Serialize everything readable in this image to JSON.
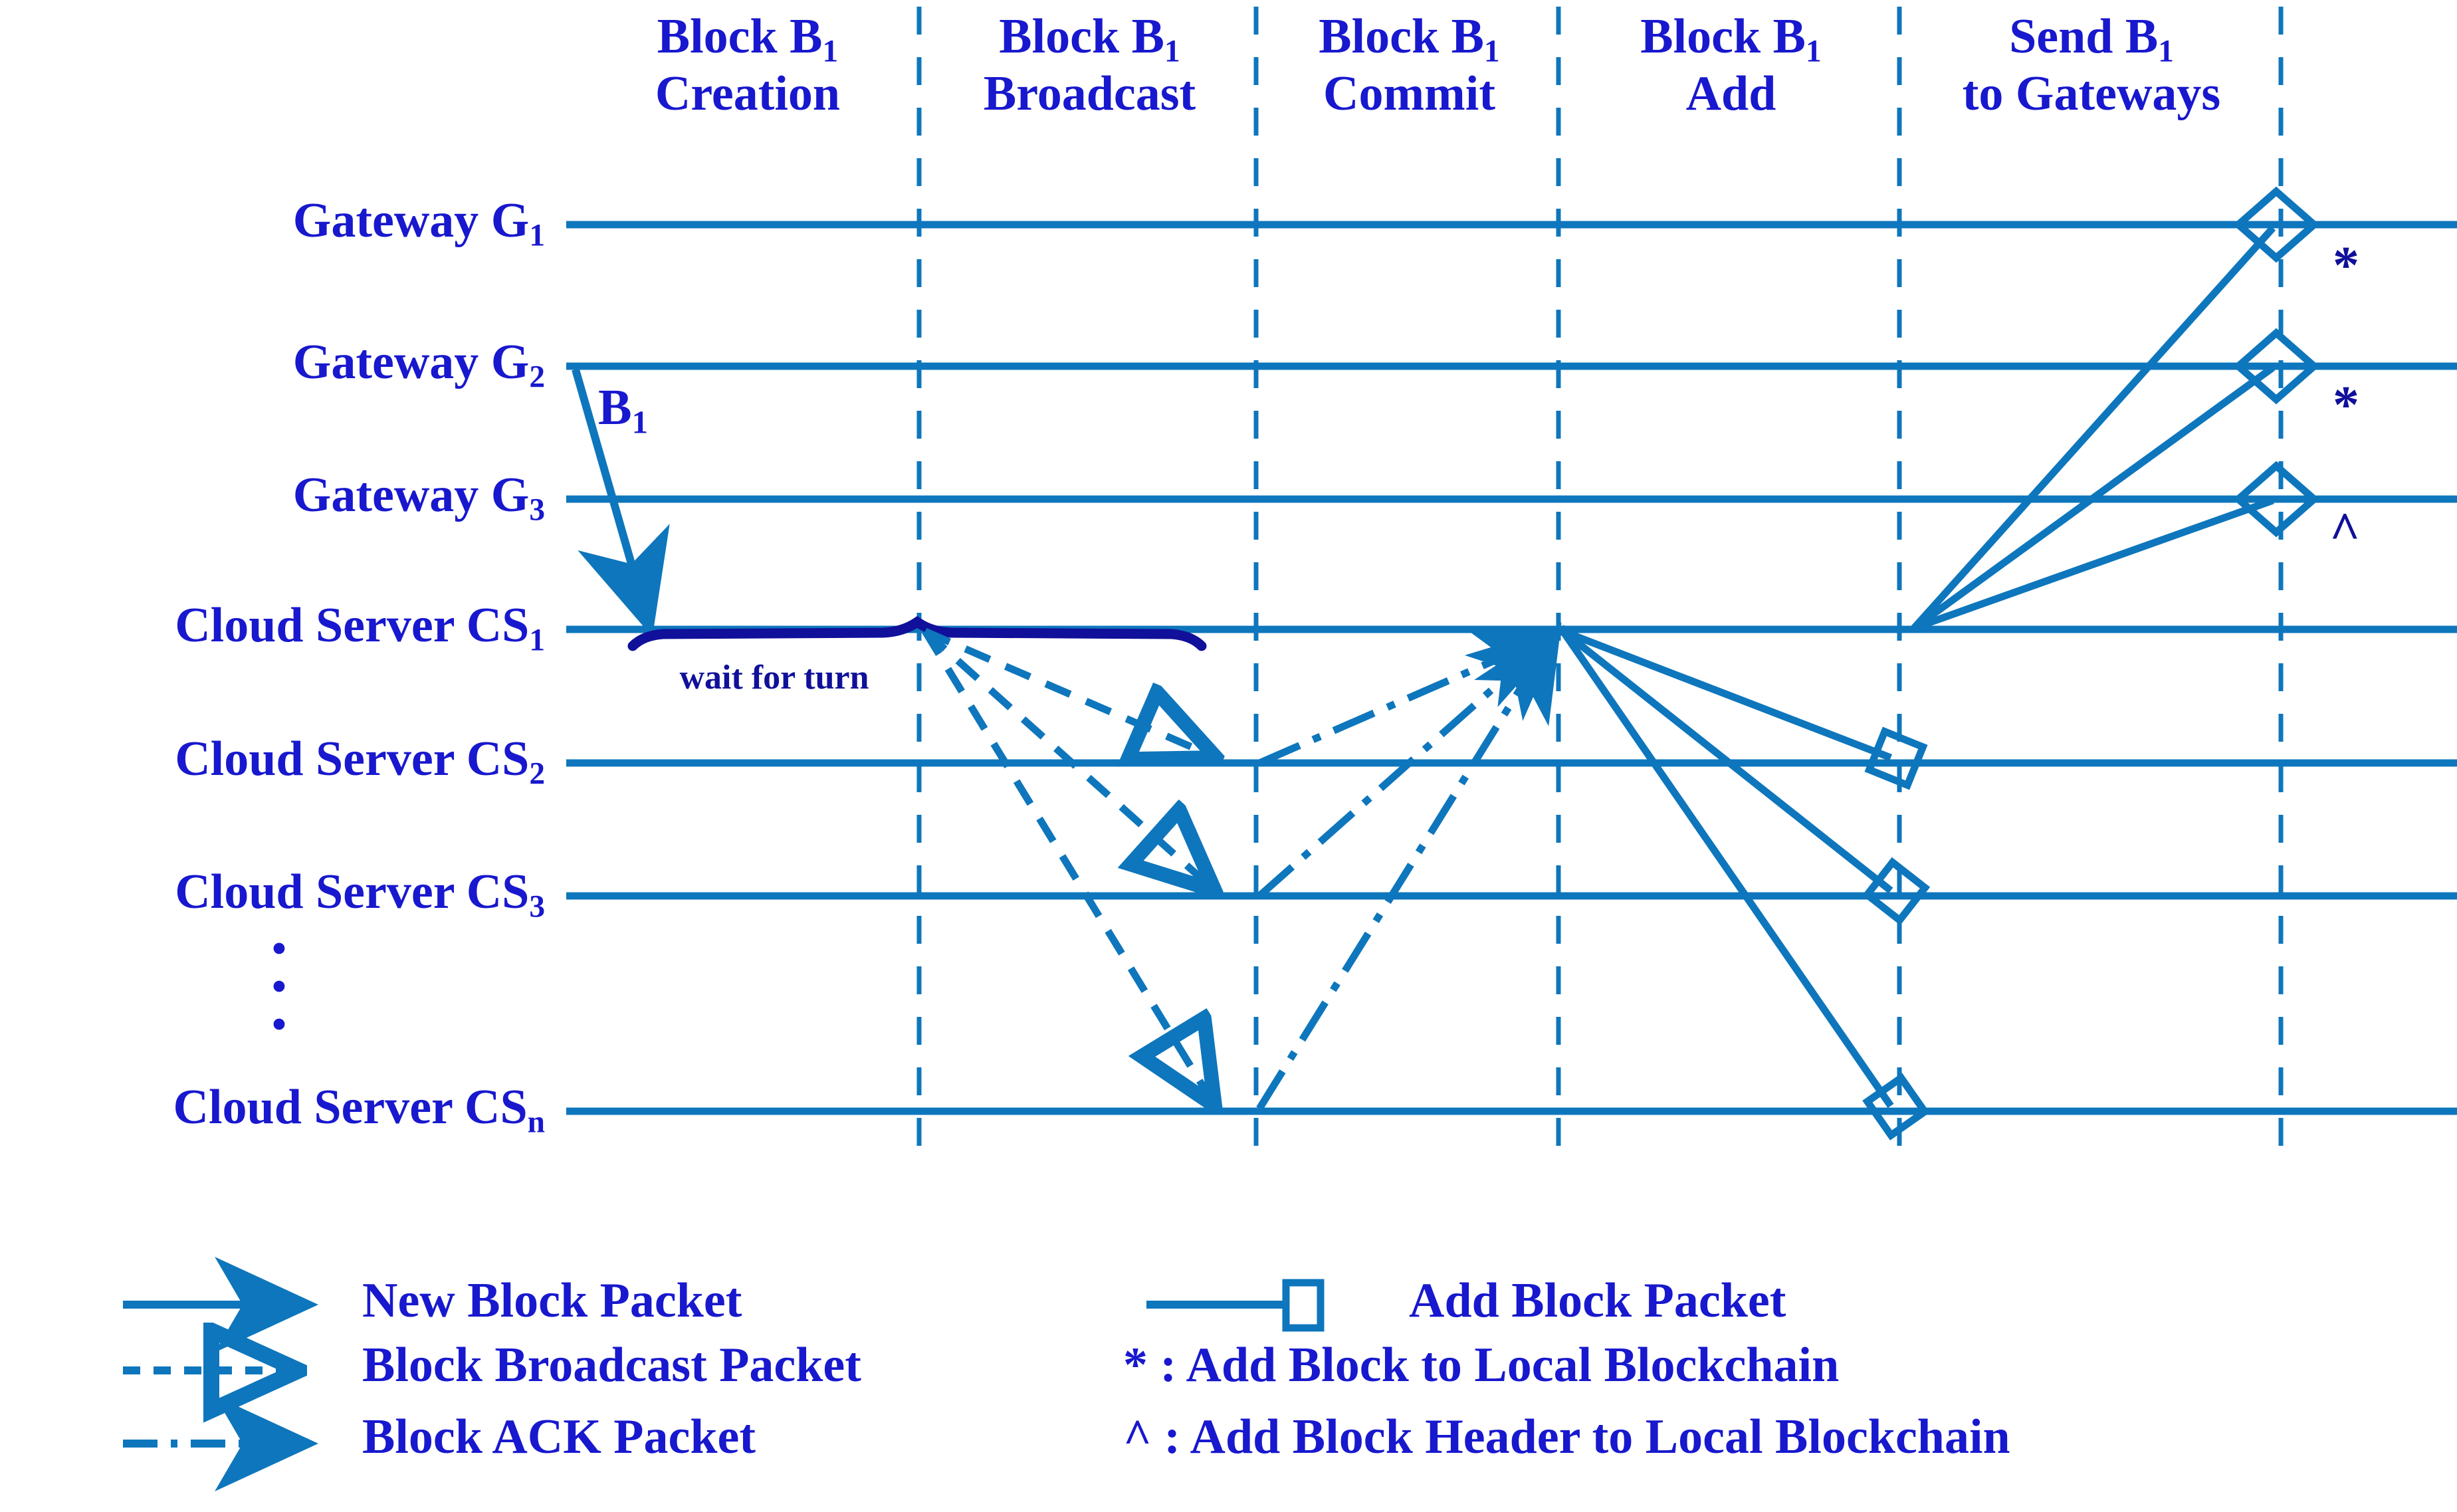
{
  "title": "Blockchain block lifecycle message sequence diagram",
  "colors": {
    "line": "#0E76BC",
    "text": "#1818CE",
    "dark_text": "#10109A"
  },
  "phases": [
    {
      "line1": "Block B",
      "sub1": "1",
      "line2": "Creation",
      "sub2": ""
    },
    {
      "line1": "Block B",
      "sub1": "1",
      "line2": "Broadcast",
      "sub2": ""
    },
    {
      "line1": "Block B",
      "sub1": "1",
      "line2": "Commit",
      "sub2": ""
    },
    {
      "line1": "Block B",
      "sub1": "1",
      "line2": "Add",
      "sub2": ""
    },
    {
      "line1": "Send B",
      "sub1": "1",
      "line2": "to Gateways",
      "sub2": ""
    }
  ],
  "lifelines": [
    {
      "name": "Gateway G",
      "sub": "1",
      "kind": "gateway"
    },
    {
      "name": "Gateway G",
      "sub": "2",
      "kind": "gateway"
    },
    {
      "name": "Gateway G",
      "sub": "3",
      "kind": "gateway"
    },
    {
      "name": "Cloud Server CS",
      "sub": "1",
      "kind": "server"
    },
    {
      "name": "Cloud Server CS",
      "sub": "2",
      "kind": "server"
    },
    {
      "name": "Cloud Server CS",
      "sub": "3",
      "kind": "server"
    },
    {
      "name": "Cloud Server CS",
      "sub": "n",
      "kind": "server"
    }
  ],
  "annotations": {
    "block_label": "B",
    "block_label_sub": "1",
    "wait_label": "wait for turn",
    "gateway_marks": [
      "*",
      "*",
      "^"
    ],
    "vertical_ellipsis": "•"
  },
  "legend": {
    "left": [
      {
        "style": "solid-filled-arrow",
        "label": "New Block Packet"
      },
      {
        "style": "dashed-open-arrow",
        "label": "Block Broadcast Packet"
      },
      {
        "style": "dashdot-filled-arrow",
        "label": "Block ACK Packet"
      }
    ],
    "right": [
      {
        "style": "solid-open-square",
        "label": "Add Block Packet"
      },
      {
        "style": "text",
        "label": "* : Add Block to Local Blockchain"
      },
      {
        "style": "text",
        "label": "^ : Add Block Header to Local Blockchain"
      }
    ]
  }
}
